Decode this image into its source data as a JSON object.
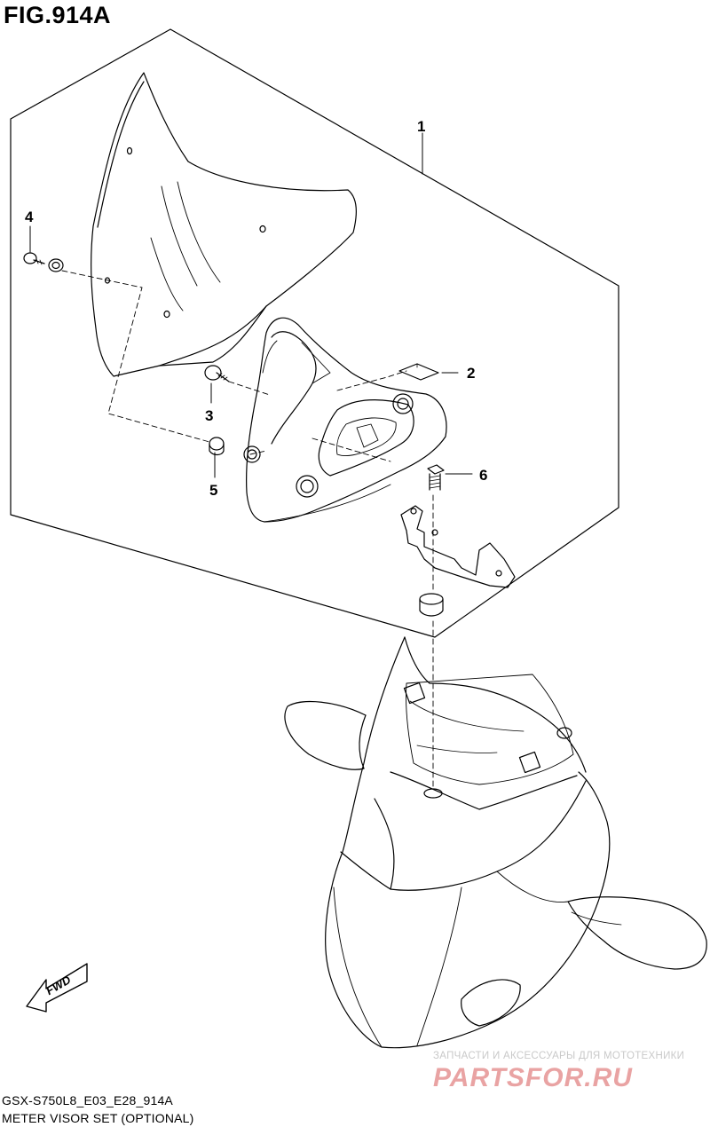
{
  "figure": {
    "title": "FIG.914A"
  },
  "callouts": [
    {
      "id": "1",
      "label": "1"
    },
    {
      "id": "2",
      "label": "2"
    },
    {
      "id": "3",
      "label": "3"
    },
    {
      "id": "4",
      "label": "4"
    },
    {
      "id": "5",
      "label": "5"
    },
    {
      "id": "6",
      "label": "6"
    }
  ],
  "fwd_label": "FWD",
  "footer": {
    "code": "GSX-S750L8_E03_E28_914A",
    "caption": "METER VISOR SET (OPTIONAL)"
  },
  "watermark": {
    "tagline": "ЗАПЧАСТИ И АКСЕССУАРЫ ДЛЯ МОТОТЕХНИКИ",
    "brand": "PARTSFOR.RU"
  }
}
